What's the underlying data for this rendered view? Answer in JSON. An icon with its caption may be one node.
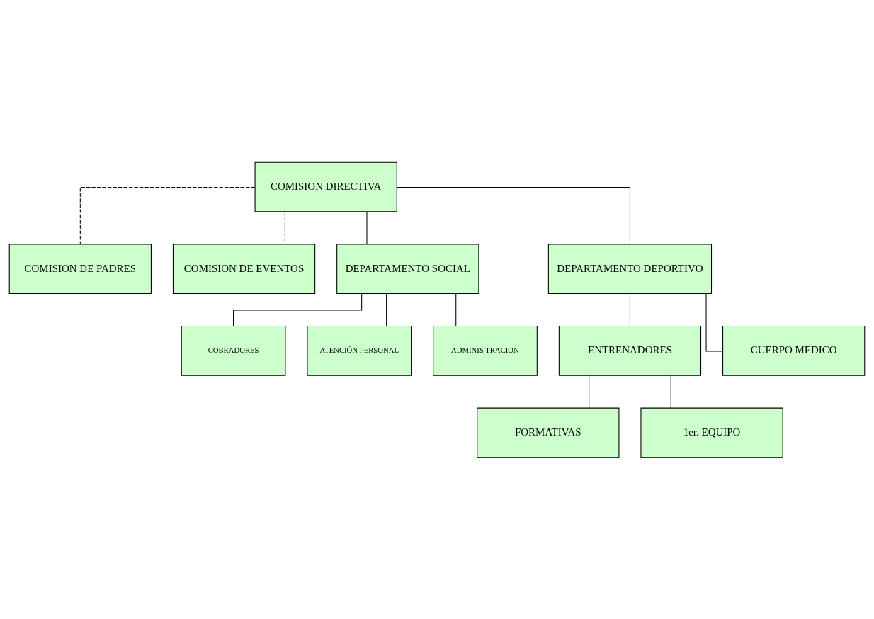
{
  "diagram": {
    "nodes": [
      {
        "text": [
          "COMISION DIRECTIVA"
        ]
      },
      {
        "text": [
          "COMISION DE PADRES"
        ]
      },
      {
        "text": [
          "COMISION DE EVENTOS"
        ]
      },
      {
        "text": [
          "DEPARTAMENTO SOCIAL"
        ]
      },
      {
        "text": [
          "DEPARTAMENTO DEPORTIVO"
        ]
      },
      {
        "text": [
          "COBRADORES"
        ]
      },
      {
        "text": [
          "ATENCIÓN PERSONAL"
        ]
      },
      {
        "text": [
          "ADMINIS TRACION"
        ]
      },
      {
        "text": [
          "ENTRENADORES"
        ]
      },
      {
        "text": [
          "CUERPO MEDICO"
        ]
      },
      {
        "text": [
          "FORMATIVAS"
        ]
      },
      {
        "text": [
          "1er. EQUIPO"
        ]
      }
    ],
    "edges": [
      {
        "from": 0,
        "to": 1,
        "arrow": "none",
        "style": "dashed"
      },
      {
        "from": 0,
        "to": 2,
        "arrow": "none",
        "style": "dashed"
      },
      {
        "from": 0,
        "to": 3,
        "arrow": "none"
      },
      {
        "from": 0,
        "to": 4,
        "arrow": "none"
      },
      {
        "from": 3,
        "to": 5,
        "arrow": "none"
      },
      {
        "from": 3,
        "to": 6,
        "arrow": "none"
      },
      {
        "from": 3,
        "to": 7,
        "arrow": "none"
      },
      {
        "from": 4,
        "to": 8,
        "arrow": "none"
      },
      {
        "from": 4,
        "to": 9,
        "arrow": "none"
      },
      {
        "from": 8,
        "to": 10,
        "arrow": "none"
      },
      {
        "from": 8,
        "to": 11,
        "arrow": "none"
      }
    ]
  }
}
